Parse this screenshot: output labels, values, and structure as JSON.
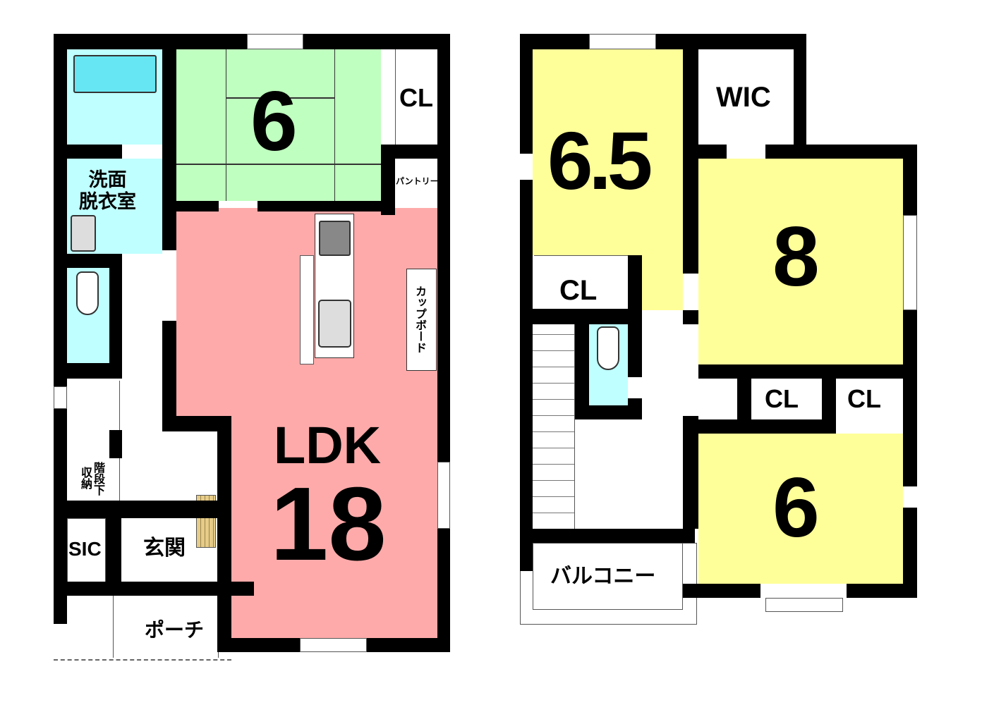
{
  "colors": {
    "japanese_room": "#bfffbf",
    "ldk": "#ffaaaa",
    "bedroom": "#ffff99",
    "water": "#bfffff",
    "tub": "#66e6f2",
    "floor_wall": "#000000",
    "genkan_step": "#e6cc88"
  },
  "floor1": {
    "japanese_room": "6",
    "closet": "CL",
    "pantry": "パントリー",
    "washroom": "洗面\n脱衣室",
    "ldk_label": "LDK",
    "ldk_size": "18",
    "cupboard": "カップボード",
    "under_stair_storage_a": "階段下",
    "under_stair_storage_b": "収納",
    "sic": "SIC",
    "genkan": "玄関",
    "porch": "ポーチ"
  },
  "floor2": {
    "room_a": "6.5",
    "closet_a": "CL",
    "wic": "WIC",
    "room_b": "8",
    "closet_b": "CL",
    "closet_c": "CL",
    "room_c": "6",
    "balcony": "バルコニー"
  }
}
